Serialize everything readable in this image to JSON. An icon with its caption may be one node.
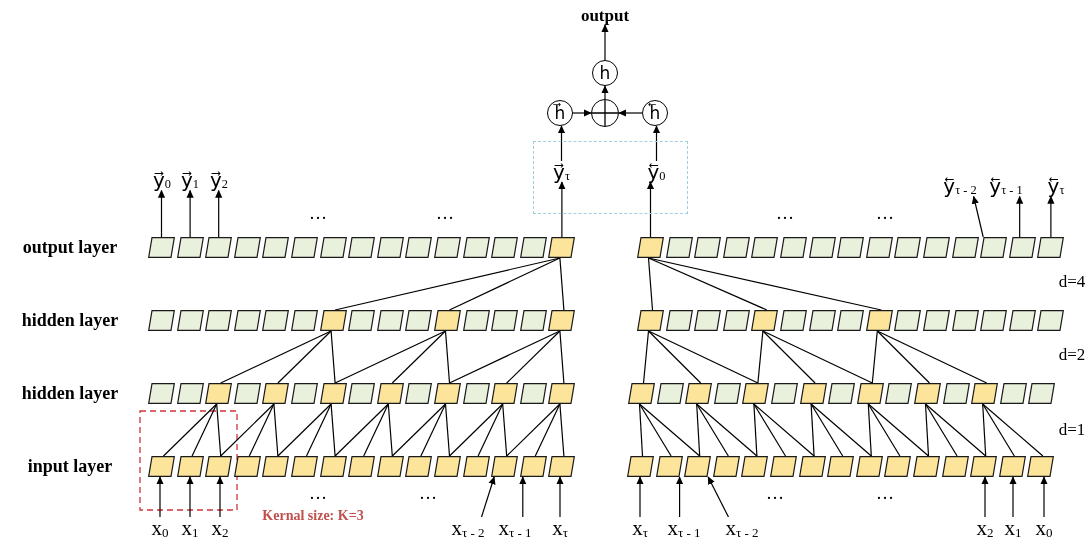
{
  "diagram": {
    "nodes": [
      {
        "text": [
          "output"
        ]
      },
      {
        "text": [
          "h"
        ]
      },
      {
        "text": [
          "h⃗"
        ]
      },
      {
        "text": [],
        "shape": "circle"
      },
      {
        "text": [
          "h⃖"
        ]
      },
      {
        "text": [],
        "shape": "box"
      },
      {
        "text": [
          "y⃗$_{τ}$"
        ],
        "in": 5
      },
      {
        "text": [
          "y⃖$_{0}$"
        ],
        "in": 5
      },
      {
        "text": [
          "y⃗$_{0}$"
        ]
      },
      {
        "text": [
          "y⃗$_{1}$"
        ]
      },
      {
        "text": [
          "y⃗$_{2}$"
        ]
      },
      {
        "text": [
          "y⃖$_{τ - 2}$"
        ]
      },
      {
        "text": [
          "y⃖$_{τ - 1}$"
        ]
      },
      {
        "text": [
          "y⃖$_{τ}$"
        ]
      },
      {
        "text": [],
        "shape": "box"
      },
      {
        "text": [],
        "shape": "box"
      },
      {
        "text": [],
        "shape": "box"
      },
      {
        "text": [],
        "shape": "box"
      },
      {
        "text": [],
        "shape": "box"
      },
      {
        "text": [],
        "shape": "box"
      },
      {
        "text": [],
        "shape": "box"
      },
      {
        "text": [],
        "shape": "box"
      },
      {
        "text": [],
        "shape": "box"
      },
      {
        "text": [],
        "shape": "box"
      },
      {
        "text": [],
        "shape": "box"
      },
      {
        "text": [],
        "shape": "box"
      },
      {
        "text": [],
        "shape": "box"
      },
      {
        "text": [],
        "shape": "box"
      },
      {
        "text": [],
        "shape": "box"
      },
      {
        "text": [],
        "shape": "box"
      },
      {
        "text": [],
        "shape": "box"
      },
      {
        "text": [],
        "shape": "box"
      },
      {
        "text": [],
        "shape": "box"
      },
      {
        "text": [],
        "shape": "box"
      },
      {
        "text": [],
        "shape": "box"
      },
      {
        "text": [],
        "shape": "box"
      },
      {
        "text": [],
        "shape": "box"
      },
      {
        "text": [],
        "shape": "box"
      },
      {
        "text": [],
        "shape": "box"
      },
      {
        "text": [],
        "shape": "box"
      },
      {
        "text": [],
        "shape": "box"
      },
      {
        "text": [],
        "shape": "box"
      },
      {
        "text": [],
        "shape": "box"
      },
      {
        "text": [],
        "shape": "box"
      },
      {
        "text": [],
        "shape": "box"
      },
      {
        "text": [],
        "shape": "box"
      },
      {
        "text": [],
        "shape": "box"
      },
      {
        "text": [],
        "shape": "box"
      },
      {
        "text": [],
        "shape": "box"
      },
      {
        "text": [],
        "shape": "box"
      },
      {
        "text": [],
        "shape": "box"
      },
      {
        "text": [],
        "shape": "box"
      },
      {
        "text": [],
        "shape": "box"
      },
      {
        "text": [],
        "shape": "box"
      },
      {
        "text": [],
        "shape": "box"
      },
      {
        "text": [],
        "shape": "box"
      },
      {
        "text": [],
        "shape": "box"
      },
      {
        "text": [],
        "shape": "box"
      },
      {
        "text": [],
        "shape": "box"
      },
      {
        "text": [],
        "shape": "box"
      },
      {
        "text": [],
        "shape": "box"
      },
      {
        "text": [],
        "shape": "box"
      },
      {
        "text": [],
        "shape": "box"
      },
      {
        "text": [],
        "shape": "box"
      },
      {
        "text": [],
        "shape": "box"
      },
      {
        "text": [],
        "shape": "box"
      },
      {
        "text": [],
        "shape": "box"
      },
      {
        "text": [],
        "shape": "box"
      },
      {
        "text": [],
        "shape": "box"
      },
      {
        "text": [],
        "shape": "box"
      },
      {
        "text": [],
        "shape": "box"
      },
      {
        "text": [],
        "shape": "box"
      },
      {
        "text": [],
        "shape": "box"
      },
      {
        "text": [],
        "shape": "box"
      },
      {
        "text": [],
        "shape": "box"
      },
      {
        "text": [],
        "shape": "box"
      },
      {
        "text": [],
        "shape": "box"
      },
      {
        "text": [],
        "shape": "box"
      },
      {
        "text": [],
        "shape": "box"
      },
      {
        "text": [],
        "shape": "box"
      },
      {
        "text": [],
        "shape": "box"
      },
      {
        "text": [],
        "shape": "box"
      },
      {
        "text": [],
        "shape": "box"
      },
      {
        "text": [],
        "shape": "box"
      },
      {
        "text": [],
        "shape": "box"
      },
      {
        "text": [],
        "shape": "box"
      },
      {
        "text": [],
        "shape": "box"
      },
      {
        "text": [],
        "shape": "box"
      },
      {
        "text": [],
        "shape": "box"
      },
      {
        "text": [],
        "shape": "box"
      },
      {
        "text": [],
        "shape": "box"
      },
      {
        "text": [],
        "shape": "box"
      },
      {
        "text": [],
        "shape": "box"
      },
      {
        "text": [],
        "shape": "box"
      },
      {
        "text": [],
        "shape": "box"
      },
      {
        "text": [],
        "shape": "box"
      },
      {
        "text": [],
        "shape": "box"
      },
      {
        "text": [],
        "shape": "box"
      },
      {
        "text": [],
        "shape": "box"
      },
      {
        "text": [],
        "shape": "box"
      },
      {
        "text": [],
        "shape": "box"
      },
      {
        "text": [],
        "shape": "box"
      },
      {
        "text": [],
        "shape": "box"
      },
      {
        "text": [],
        "shape": "box"
      },
      {
        "text": [],
        "shape": "box"
      },
      {
        "text": [],
        "shape": "box"
      },
      {
        "text": [],
        "shape": "box"
      },
      {
        "text": [],
        "shape": "box"
      },
      {
        "text": [],
        "shape": "box"
      },
      {
        "text": [],
        "shape": "box"
      },
      {
        "text": [],
        "shape": "box"
      },
      {
        "text": [],
        "shape": "box"
      },
      {
        "text": [],
        "shape": "box"
      },
      {
        "text": [],
        "shape": "box"
      },
      {
        "text": [],
        "shape": "box"
      },
      {
        "text": [],
        "shape": "box"
      },
      {
        "text": [],
        "shape": "box"
      },
      {
        "text": [],
        "shape": "box"
      },
      {
        "text": [],
        "shape": "box"
      },
      {
        "text": [],
        "shape": "box"
      },
      {
        "text": [],
        "shape": "box"
      },
      {
        "text": [],
        "shape": "box"
      },
      {
        "text": [],
        "shape": "box"
      },
      {
        "text": [],
        "shape": "box"
      },
      {
        "text": [],
        "shape": "box"
      },
      {
        "text": [],
        "shape": "box"
      },
      {
        "text": [],
        "shape": "box"
      },
      {
        "text": [],
        "shape": "box"
      },
      {
        "text": [],
        "shape": "box"
      },
      {
        "text": [],
        "shape": "box"
      },
      {
        "text": [],
        "shape": "box"
      },
      {
        "text": [],
        "shape": "box"
      },
      {
        "text": [],
        "shape": "box"
      },
      {
        "text": [],
        "shape": "box"
      },
      {
        "text": [
          "x$_{0}$"
        ]
      },
      {
        "text": [
          "x$_{1}$"
        ]
      },
      {
        "text": [
          "x$_{2}$"
        ]
      },
      {
        "text": [
          "x$_{τ - 2}$"
        ]
      },
      {
        "text": [
          "x$_{τ - 1}$"
        ]
      },
      {
        "text": [
          "x$_{τ}$"
        ]
      },
      {
        "text": [
          "x$_{τ}$"
        ]
      },
      {
        "text": [
          "x$_{τ - 1}$"
        ]
      },
      {
        "text": [
          "x$_{τ - 2}$"
        ]
      },
      {
        "text": [
          "x$_{2}$"
        ]
      },
      {
        "text": [
          "x$_{1}$"
        ]
      },
      {
        "text": [
          "x$_{0}$"
        ]
      }
    ],
    "edges": [
      {
        "from": 1,
        "to": 0,
        "arrow": "to"
      },
      {
        "from": 2,
        "to": 3,
        "arrow": "to"
      },
      {
        "from": 4,
        "to": 3,
        "arrow": "to"
      },
      {
        "from": 3,
        "to": 1,
        "arrow": "to"
      },
      {
        "from": 6,
        "to": 2,
        "arrow": "to"
      },
      {
        "from": 7,
        "to": 4,
        "arrow": "to"
      },
      {
        "from": 14,
        "to": 8,
        "arrow": "to"
      },
      {
        "from": 15,
        "to": 9,
        "arrow": "to"
      },
      {
        "from": 16,
        "to": 10,
        "arrow": "to"
      },
      {
        "from": 28,
        "to": 6,
        "arrow": "to"
      },
      {
        "from": 29,
        "to": 7,
        "arrow": "to"
      },
      {
        "from": 41,
        "to": 11,
        "arrow": "to"
      },
      {
        "from": 42,
        "to": 12,
        "arrow": "to"
      },
      {
        "from": 43,
        "to": 13,
        "arrow": "to"
      },
      {
        "from": 50,
        "to": 28,
        "arrow": "none"
      },
      {
        "from": 54,
        "to": 28,
        "arrow": "none"
      },
      {
        "from": 58,
        "to": 28,
        "arrow": "none"
      },
      {
        "from": 59,
        "to": 29,
        "arrow": "none"
      },
      {
        "from": 63,
        "to": 29,
        "arrow": "none"
      },
      {
        "from": 67,
        "to": 29,
        "arrow": "none"
      },
      {
        "from": 76,
        "to": 50,
        "arrow": "none"
      },
      {
        "from": 78,
        "to": 50,
        "arrow": "none"
      },
      {
        "from": 80,
        "to": 50,
        "arrow": "none"
      },
      {
        "from": 80,
        "to": 54,
        "arrow": "none"
      },
      {
        "from": 82,
        "to": 54,
        "arrow": "none"
      },
      {
        "from": 84,
        "to": 54,
        "arrow": "none"
      },
      {
        "from": 84,
        "to": 58,
        "arrow": "none"
      },
      {
        "from": 86,
        "to": 58,
        "arrow": "none"
      },
      {
        "from": 88,
        "to": 58,
        "arrow": "none"
      },
      {
        "from": 89,
        "to": 59,
        "arrow": "none"
      },
      {
        "from": 91,
        "to": 59,
        "arrow": "none"
      },
      {
        "from": 93,
        "to": 59,
        "arrow": "none"
      },
      {
        "from": 93,
        "to": 63,
        "arrow": "none"
      },
      {
        "from": 95,
        "to": 63,
        "arrow": "none"
      },
      {
        "from": 97,
        "to": 63,
        "arrow": "none"
      },
      {
        "from": 97,
        "to": 67,
        "arrow": "none"
      },
      {
        "from": 99,
        "to": 67,
        "arrow": "none"
      },
      {
        "from": 101,
        "to": 67,
        "arrow": "none"
      },
      {
        "from": 104,
        "to": 76,
        "arrow": "none"
      },
      {
        "from": 105,
        "to": 76,
        "arrow": "none"
      },
      {
        "from": 106,
        "to": 76,
        "arrow": "none"
      },
      {
        "from": 106,
        "to": 78,
        "arrow": "none"
      },
      {
        "from": 107,
        "to": 78,
        "arrow": "none"
      },
      {
        "from": 108,
        "to": 78,
        "arrow": "none"
      },
      {
        "from": 108,
        "to": 80,
        "arrow": "none"
      },
      {
        "from": 109,
        "to": 80,
        "arrow": "none"
      },
      {
        "from": 110,
        "to": 80,
        "arrow": "none"
      },
      {
        "from": 110,
        "to": 82,
        "arrow": "none"
      },
      {
        "from": 111,
        "to": 82,
        "arrow": "none"
      },
      {
        "from": 112,
        "to": 82,
        "arrow": "none"
      },
      {
        "from": 112,
        "to": 84,
        "arrow": "none"
      },
      {
        "from": 113,
        "to": 84,
        "arrow": "none"
      },
      {
        "from": 114,
        "to": 84,
        "arrow": "none"
      },
      {
        "from": 114,
        "to": 86,
        "arrow": "none"
      },
      {
        "from": 115,
        "to": 86,
        "arrow": "none"
      },
      {
        "from": 116,
        "to": 86,
        "arrow": "none"
      },
      {
        "from": 116,
        "to": 88,
        "arrow": "none"
      },
      {
        "from": 117,
        "to": 88,
        "arrow": "none"
      },
      {
        "from": 118,
        "to": 88,
        "arrow": "none"
      },
      {
        "from": 119,
        "to": 89,
        "arrow": "none"
      },
      {
        "from": 120,
        "to": 89,
        "arrow": "none"
      },
      {
        "from": 121,
        "to": 89,
        "arrow": "none"
      },
      {
        "from": 121,
        "to": 91,
        "arrow": "none"
      },
      {
        "from": 122,
        "to": 91,
        "arrow": "none"
      },
      {
        "from": 123,
        "to": 91,
        "arrow": "none"
      },
      {
        "from": 123,
        "to": 93,
        "arrow": "none"
      },
      {
        "from": 124,
        "to": 93,
        "arrow": "none"
      },
      {
        "from": 125,
        "to": 93,
        "arrow": "none"
      },
      {
        "from": 125,
        "to": 95,
        "arrow": "none"
      },
      {
        "from": 126,
        "to": 95,
        "arrow": "none"
      },
      {
        "from": 127,
        "to": 95,
        "arrow": "none"
      },
      {
        "from": 127,
        "to": 97,
        "arrow": "none"
      },
      {
        "from": 128,
        "to": 97,
        "arrow": "none"
      },
      {
        "from": 129,
        "to": 97,
        "arrow": "none"
      },
      {
        "from": 129,
        "to": 99,
        "arrow": "none"
      },
      {
        "from": 130,
        "to": 99,
        "arrow": "none"
      },
      {
        "from": 131,
        "to": 99,
        "arrow": "none"
      },
      {
        "from": 131,
        "to": 101,
        "arrow": "none"
      },
      {
        "from": 132,
        "to": 101,
        "arrow": "none"
      },
      {
        "from": 133,
        "to": 101,
        "arrow": "none"
      },
      {
        "from": 134,
        "to": 104,
        "arrow": "to"
      },
      {
        "from": 135,
        "to": 105,
        "arrow": "to"
      },
      {
        "from": 136,
        "to": 106,
        "arrow": "to"
      },
      {
        "from": 137,
        "to": 116,
        "arrow": "to"
      },
      {
        "from": 138,
        "to": 117,
        "arrow": "to"
      },
      {
        "from": 139,
        "to": 118,
        "arrow": "to"
      },
      {
        "from": 140,
        "to": 119,
        "arrow": "to"
      },
      {
        "from": 141,
        "to": 120,
        "arrow": "to"
      },
      {
        "from": 142,
        "to": 121,
        "arrow": "to"
      },
      {
        "from": 143,
        "to": 131,
        "arrow": "to"
      },
      {
        "from": 144,
        "to": 132,
        "arrow": "to"
      },
      {
        "from": 145,
        "to": 133,
        "arrow": "to"
      }
    ],
    "labels": [
      "…",
      "…",
      "…",
      "…",
      "output layer",
      "d=4",
      "hidden layer",
      "d=2",
      "hidden layer",
      "d=1",
      "input layer",
      "…",
      "…",
      "…",
      "…",
      "Kernal size: K=3"
    ]
  }
}
